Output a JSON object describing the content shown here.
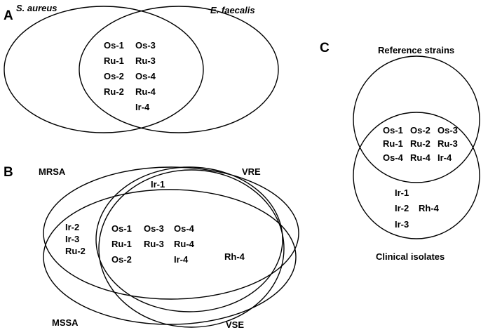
{
  "panels": {
    "a": {
      "letter": "A",
      "sets": [
        "S. aureus",
        "E. faecalis"
      ],
      "intersection": [
        "Os-1",
        "Os-3",
        "Ru-1",
        "Ru-3",
        "Os-2",
        "Os-4",
        "Ru-2",
        "Ru-4",
        "Ir-4"
      ]
    },
    "b": {
      "letter": "B",
      "sets": [
        "MRSA",
        "VRE",
        "MSSA",
        "VSE"
      ],
      "top_region": [
        "Ir-1"
      ],
      "left_region": [
        "Ir-2",
        "Ir-3",
        "Ru-2"
      ],
      "center_region": [
        "Os-1",
        "Os-3",
        "Os-4",
        "Ru-1",
        "Ru-3",
        "Ru-4",
        "Os-2",
        "Ir-4"
      ],
      "right_region": [
        "Rh-4"
      ]
    },
    "c": {
      "letter": "C",
      "sets": [
        "Reference strains",
        "Clinical isolates"
      ],
      "intersection": [
        "Os-1",
        "Os-2",
        "Os-3",
        "Ru-1",
        "Ru-2",
        "Ru-3",
        "Os-4",
        "Ru-4",
        "Ir-4"
      ],
      "bottom_only": [
        "Ir-1",
        "Ir-2",
        "Rh-4",
        "Ir-3"
      ]
    }
  }
}
